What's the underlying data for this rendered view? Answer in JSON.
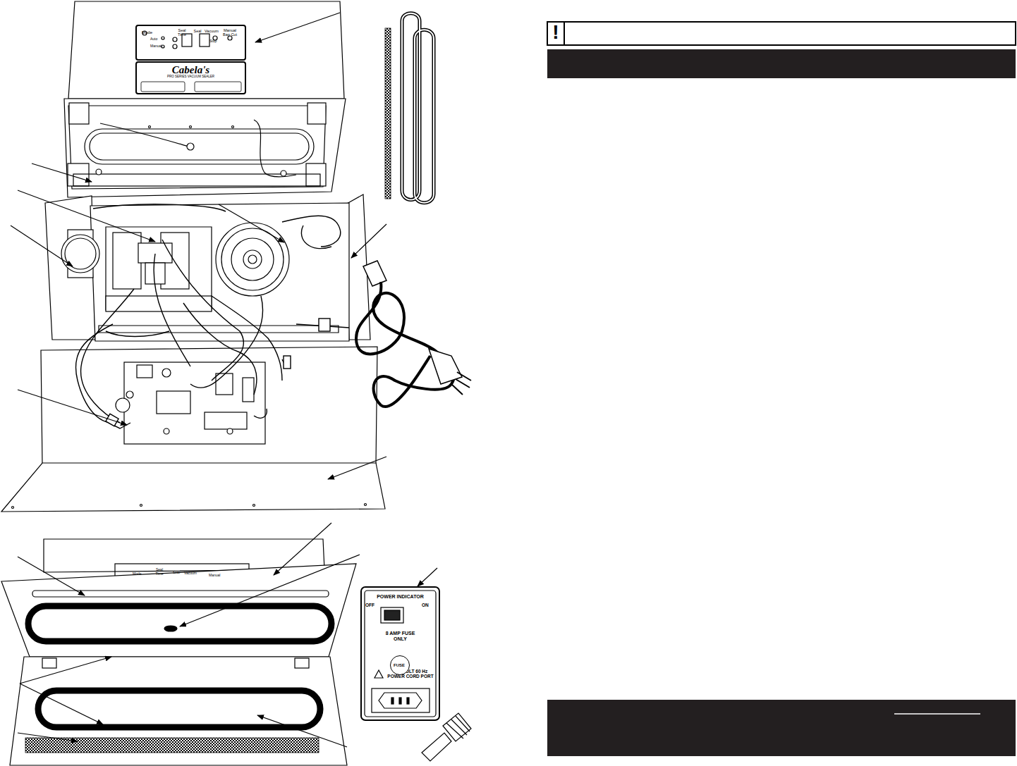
{
  "diagram": {
    "nodes": [
      {
        "text": [
          "Mode",
          "Auto",
          "Manual",
          "Seal Time",
          "Seal",
          "Vacuum",
          "Stop",
          "Manual Bag Cut"
        ]
      },
      {
        "text": [
          "Cabela's",
          "PRO SERIES VACUUM SEALER"
        ]
      },
      {
        "text": [
          "POWER INDICATOR",
          "OFF",
          "ON",
          "8 AMP FUSE ONLY",
          "120-VOLT 60 Hz POWER CORD PORT"
        ]
      },
      {
        "text": [
          "FUSE"
        ],
        "in": 2
      }
    ],
    "labels": [
      "!",
      "Mode",
      "Seal Time",
      "Seal",
      "Vacuum",
      "Manual"
    ]
  }
}
